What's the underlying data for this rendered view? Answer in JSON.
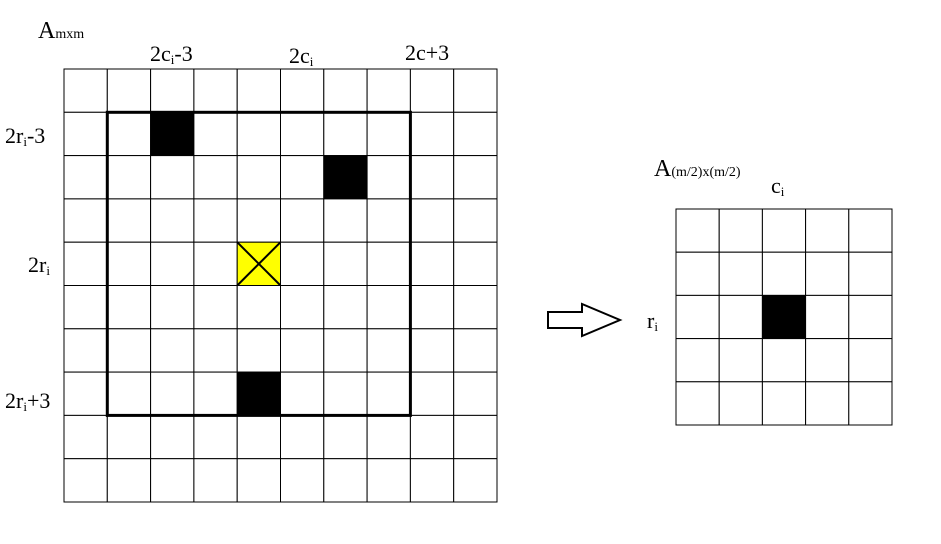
{
  "left_matrix": {
    "name": {
      "base": "A",
      "sub": "mxm"
    },
    "rows": 10,
    "cols": 10,
    "filled_cells": [
      [
        2,
        3
      ],
      [
        3,
        7
      ],
      [
        8,
        5
      ]
    ],
    "center_cell": [
      5,
      5
    ],
    "window": {
      "row_start": 2,
      "col_start": 2,
      "row_end": 8,
      "col_end": 8
    },
    "col_labels": [
      {
        "pre": "2c",
        "sub": "i",
        "post": "-3"
      },
      {
        "pre": "2c",
        "sub": "i",
        "post": ""
      },
      {
        "pre": "2c+3",
        "sub": "",
        "post": ""
      }
    ],
    "row_labels": [
      {
        "pre": "2r",
        "sub": "i",
        "post": "-3"
      },
      {
        "pre": "2r",
        "sub": "i",
        "post": ""
      },
      {
        "pre": "2r",
        "sub": "i",
        "post": "+3"
      }
    ]
  },
  "right_matrix": {
    "name": {
      "base": "A",
      "sub": "(m/2)x(m/2)"
    },
    "rows": 5,
    "cols": 5,
    "filled_cells": [
      [
        3,
        3
      ]
    ],
    "col_label": {
      "pre": "c",
      "sub": "i",
      "post": ""
    },
    "row_label": {
      "pre": "r",
      "sub": "i",
      "post": ""
    }
  },
  "colors": {
    "grid": "#000000",
    "filled": "#000000",
    "highlight": "#ffff00"
  }
}
